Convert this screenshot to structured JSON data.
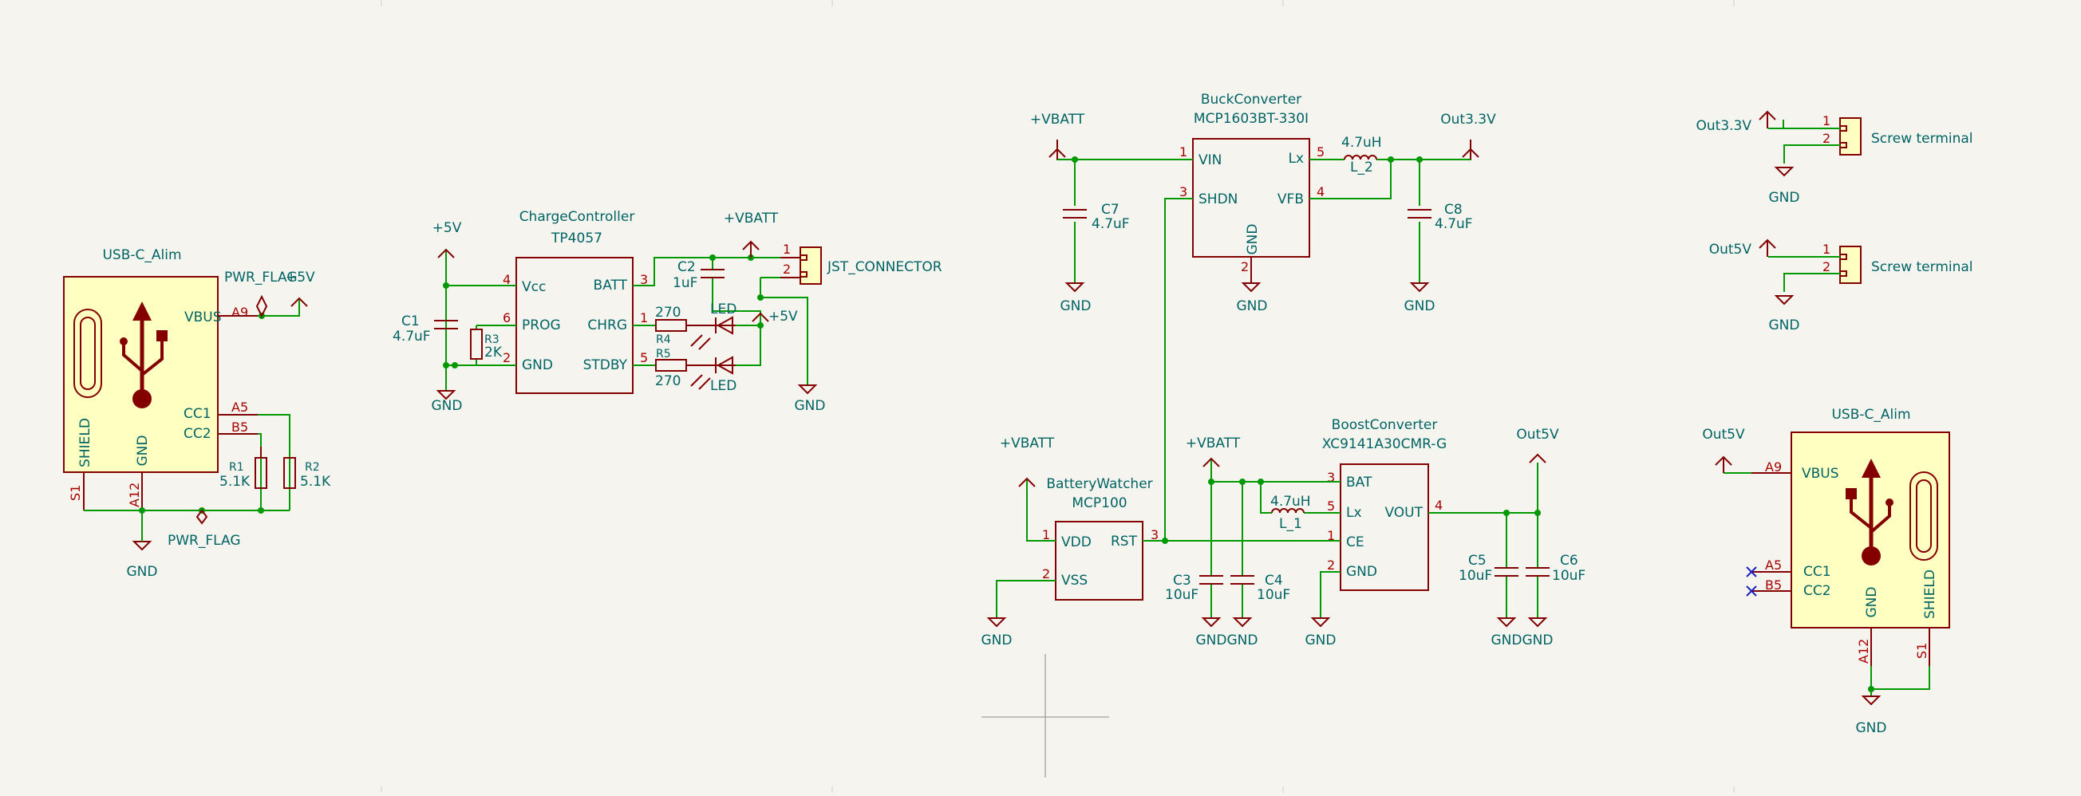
{
  "components": {
    "usb1": {
      "title": "USB-C_Alim",
      "vbus": "VBUS",
      "pin_a9": "A9",
      "pwr_flag_top": "PWR_FLAG",
      "plus5v": "+5V",
      "cc1": "CC1",
      "cc2": "CC2",
      "pin_a5": "A5",
      "pin_b5": "B5",
      "shield": "SHIELD",
      "gnd": "GND",
      "pin_s1": "S1",
      "pin_a12": "A12",
      "pwr_flag_bottom": "PWR_FLAG",
      "gnd_label": "GND",
      "r1_ref": "R1",
      "r1_val": "5.1K",
      "r2_ref": "R2",
      "r2_val": "5.1K"
    },
    "charge": {
      "title": "ChargeController",
      "part": "TP4057",
      "vcc": "Vcc",
      "prog": "PROG",
      "gnd": "GND",
      "batt": "BATT",
      "chrg": "CHRG",
      "stdby": "STDBY",
      "p4": "4",
      "p6": "6",
      "p2": "2",
      "p3": "3",
      "p1": "1",
      "p5": "5",
      "plus5v": "+5V",
      "gnd_label": "GND",
      "c1_ref": "C1",
      "c1_val": "4.7uF",
      "r3_ref": "R3",
      "r3_val": "2K",
      "vbatt": "+VBATT",
      "c2_ref": "C2",
      "c2_val": "1uF",
      "r4_ref": "R4",
      "r4_val": "270",
      "r5_ref": "R5",
      "r5_val": "270",
      "led1": "LED",
      "led2": "LED",
      "plus5v_right": "+5V",
      "jst": "JST_CONNECTOR",
      "jst_p1": "1",
      "jst_p2": "2",
      "gnd_label2": "GND"
    },
    "buck": {
      "title": "BuckConverter",
      "part": "MCP1603BT-330I",
      "vin": "VIN",
      "shdn": "SHDN",
      "lx": "Lx",
      "vfb": "VFB",
      "gnd": "GND",
      "p1": "1",
      "p3": "3",
      "p5": "5",
      "p4": "4",
      "p2": "2",
      "vbatt": "+VBATT",
      "out": "Out3.3V",
      "c7_ref": "C7",
      "c7_val": "4.7uF",
      "c8_ref": "C8",
      "c8_val": "4.7uF",
      "l2_val": "4.7uH",
      "l2_ref": "L_2",
      "gnd1": "GND",
      "gnd2": "GND",
      "gnd3": "GND"
    },
    "screw1": {
      "net": "Out3.3V",
      "label": "Screw terminal",
      "p1": "1",
      "p2": "2",
      "gnd": "GND"
    },
    "screw2": {
      "net": "Out5V",
      "label": "Screw terminal",
      "p1": "1",
      "p2": "2",
      "gnd": "GND"
    },
    "watcher": {
      "title": "BatteryWatcher",
      "part": "MCP100",
      "vdd": "VDD",
      "vss": "VSS",
      "rst": "RST",
      "p1": "1",
      "p2": "2",
      "p3": "3",
      "vbatt": "+VBATT",
      "gnd": "GND"
    },
    "boost": {
      "title": "BoostConverter",
      "part": "XC9141A30CMR-G",
      "bat": "BAT",
      "lx": "Lx",
      "ce": "CE",
      "gnd": "GND",
      "vout": "VOUT",
      "p3": "3",
      "p5": "5",
      "p1": "1",
      "p2": "2",
      "p4": "4",
      "vbatt": "+VBATT",
      "out": "Out5V",
      "l1_val": "4.7uH",
      "l1_ref": "L_1",
      "c3_ref": "C3",
      "c3_val": "10uF",
      "c4_ref": "C4",
      "c4_val": "10uF",
      "c5_ref": "C5",
      "c5_val": "10uF",
      "c6_ref": "C6",
      "c6_val": "10uF",
      "gnd_a": "GND",
      "gnd_b": "GND",
      "gnd_c": "GND",
      "gnd_d": "GND",
      "gnd_e": "GND"
    },
    "usb2": {
      "title": "USB-C_Alim",
      "net": "Out5V",
      "pin_a9": "A9",
      "vbus": "VBUS",
      "pin_a5": "A5",
      "pin_b5": "B5",
      "cc1": "CC1",
      "cc2": "CC2",
      "gnd": "GND",
      "shield": "SHIELD",
      "pin_a12": "A12",
      "pin_s1": "S1",
      "gnd_label": "GND"
    }
  },
  "colors": {
    "wire": "#009900",
    "body": "#ffffc2",
    "outline": "#840000",
    "text": "#006464",
    "pin": "#a90000",
    "background": "#f5f4ef"
  }
}
